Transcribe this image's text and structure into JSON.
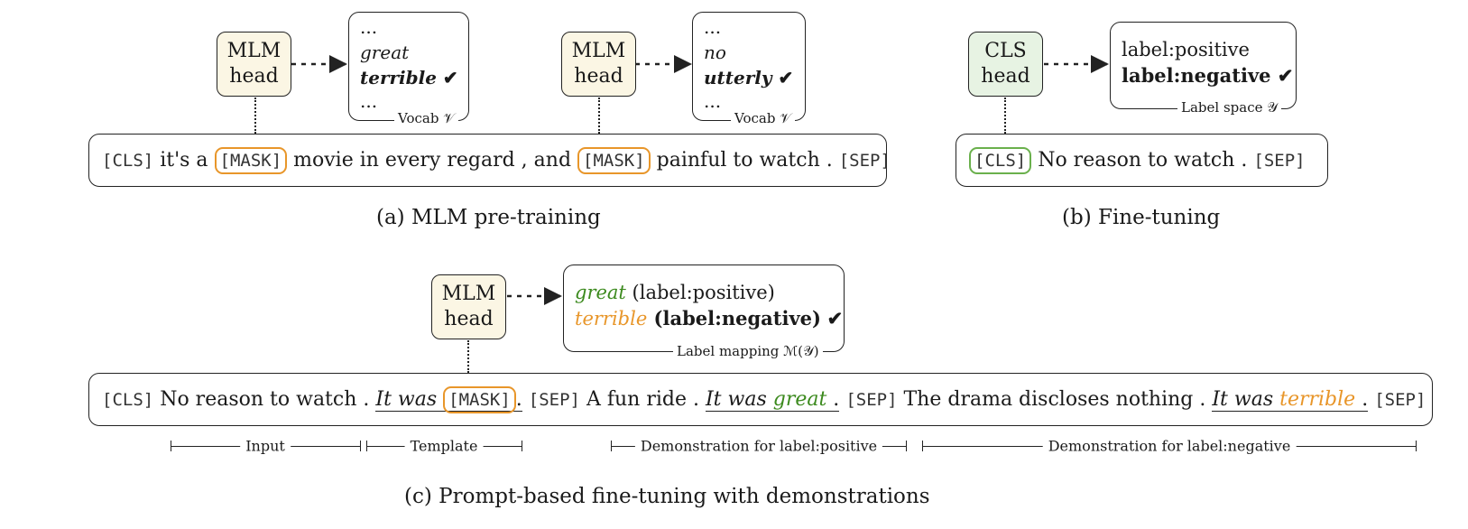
{
  "panel_a": {
    "caption": "(a) MLM pre-training",
    "head_line1": "MLM",
    "head_line2": "head",
    "vocab1": {
      "dots_top": "...",
      "word": "great",
      "answer": "terrible",
      "check": "✔",
      "dots_bottom": "...",
      "tag": "Vocab 𝒱"
    },
    "vocab2": {
      "dots_top": "...",
      "word": "no",
      "answer": "utterly",
      "check": "✔",
      "dots_bottom": "...",
      "tag": "Vocab 𝒱"
    },
    "sequence": {
      "cls": "[CLS]",
      "t1": " it's a ",
      "mask1": "[MASK]",
      "t2": " movie in every regard , and ",
      "mask2": "[MASK]",
      "t3": " painful to watch . ",
      "sep": "[SEP]"
    }
  },
  "panel_b": {
    "caption": "(b) Fine-tuning",
    "head_line1": "CLS",
    "head_line2": "head",
    "labels": {
      "positive": "label:positive",
      "negative": "label:negative",
      "check": "✔",
      "tag": "Label space 𝒴"
    },
    "sequence": {
      "cls": "[CLS]",
      "text": " No reason to watch . ",
      "sep": "[SEP]"
    }
  },
  "panel_c": {
    "caption": "(c) Prompt-based fine-tuning with demonstrations",
    "head_line1": "MLM",
    "head_line2": "head",
    "mapping": {
      "pos_word": "great",
      "pos_label": " (label:positive)",
      "neg_word": "terrible",
      "neg_label": " (label:negative)",
      "check": "✔",
      "tag": "Label mapping ℳ(𝒴)"
    },
    "sequence": {
      "cls": "[CLS]",
      "input": " No reason to watch . ",
      "template_it": "It was ",
      "mask": "[MASK]",
      "dot1": ".",
      "sep1": "[SEP]",
      "demo1": " A fun ride . ",
      "demo1_it": "It was ",
      "demo1_word": "great",
      "demo1_dot": " .",
      "sep2": "[SEP]",
      "demo2": " The drama discloses nothing . ",
      "demo2_it": "It was ",
      "demo2_word": "terrible",
      "demo2_dot": " .",
      "sep3": "[SEP]"
    },
    "spans": {
      "input": "Input",
      "template": "Template",
      "demo_pos": "Demonstration for label:positive",
      "demo_neg": "Demonstration for label:negative"
    }
  }
}
